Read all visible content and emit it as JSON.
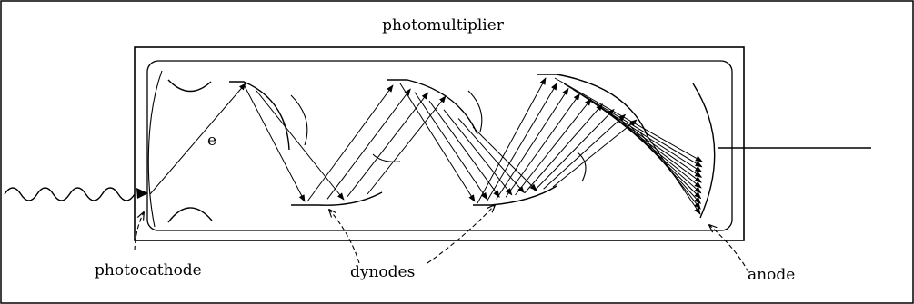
{
  "labels": {
    "title": "photomultiplier",
    "electron": "e",
    "photocathode": "photocathode",
    "dynodes": "dynodes",
    "anode": "anode"
  }
}
